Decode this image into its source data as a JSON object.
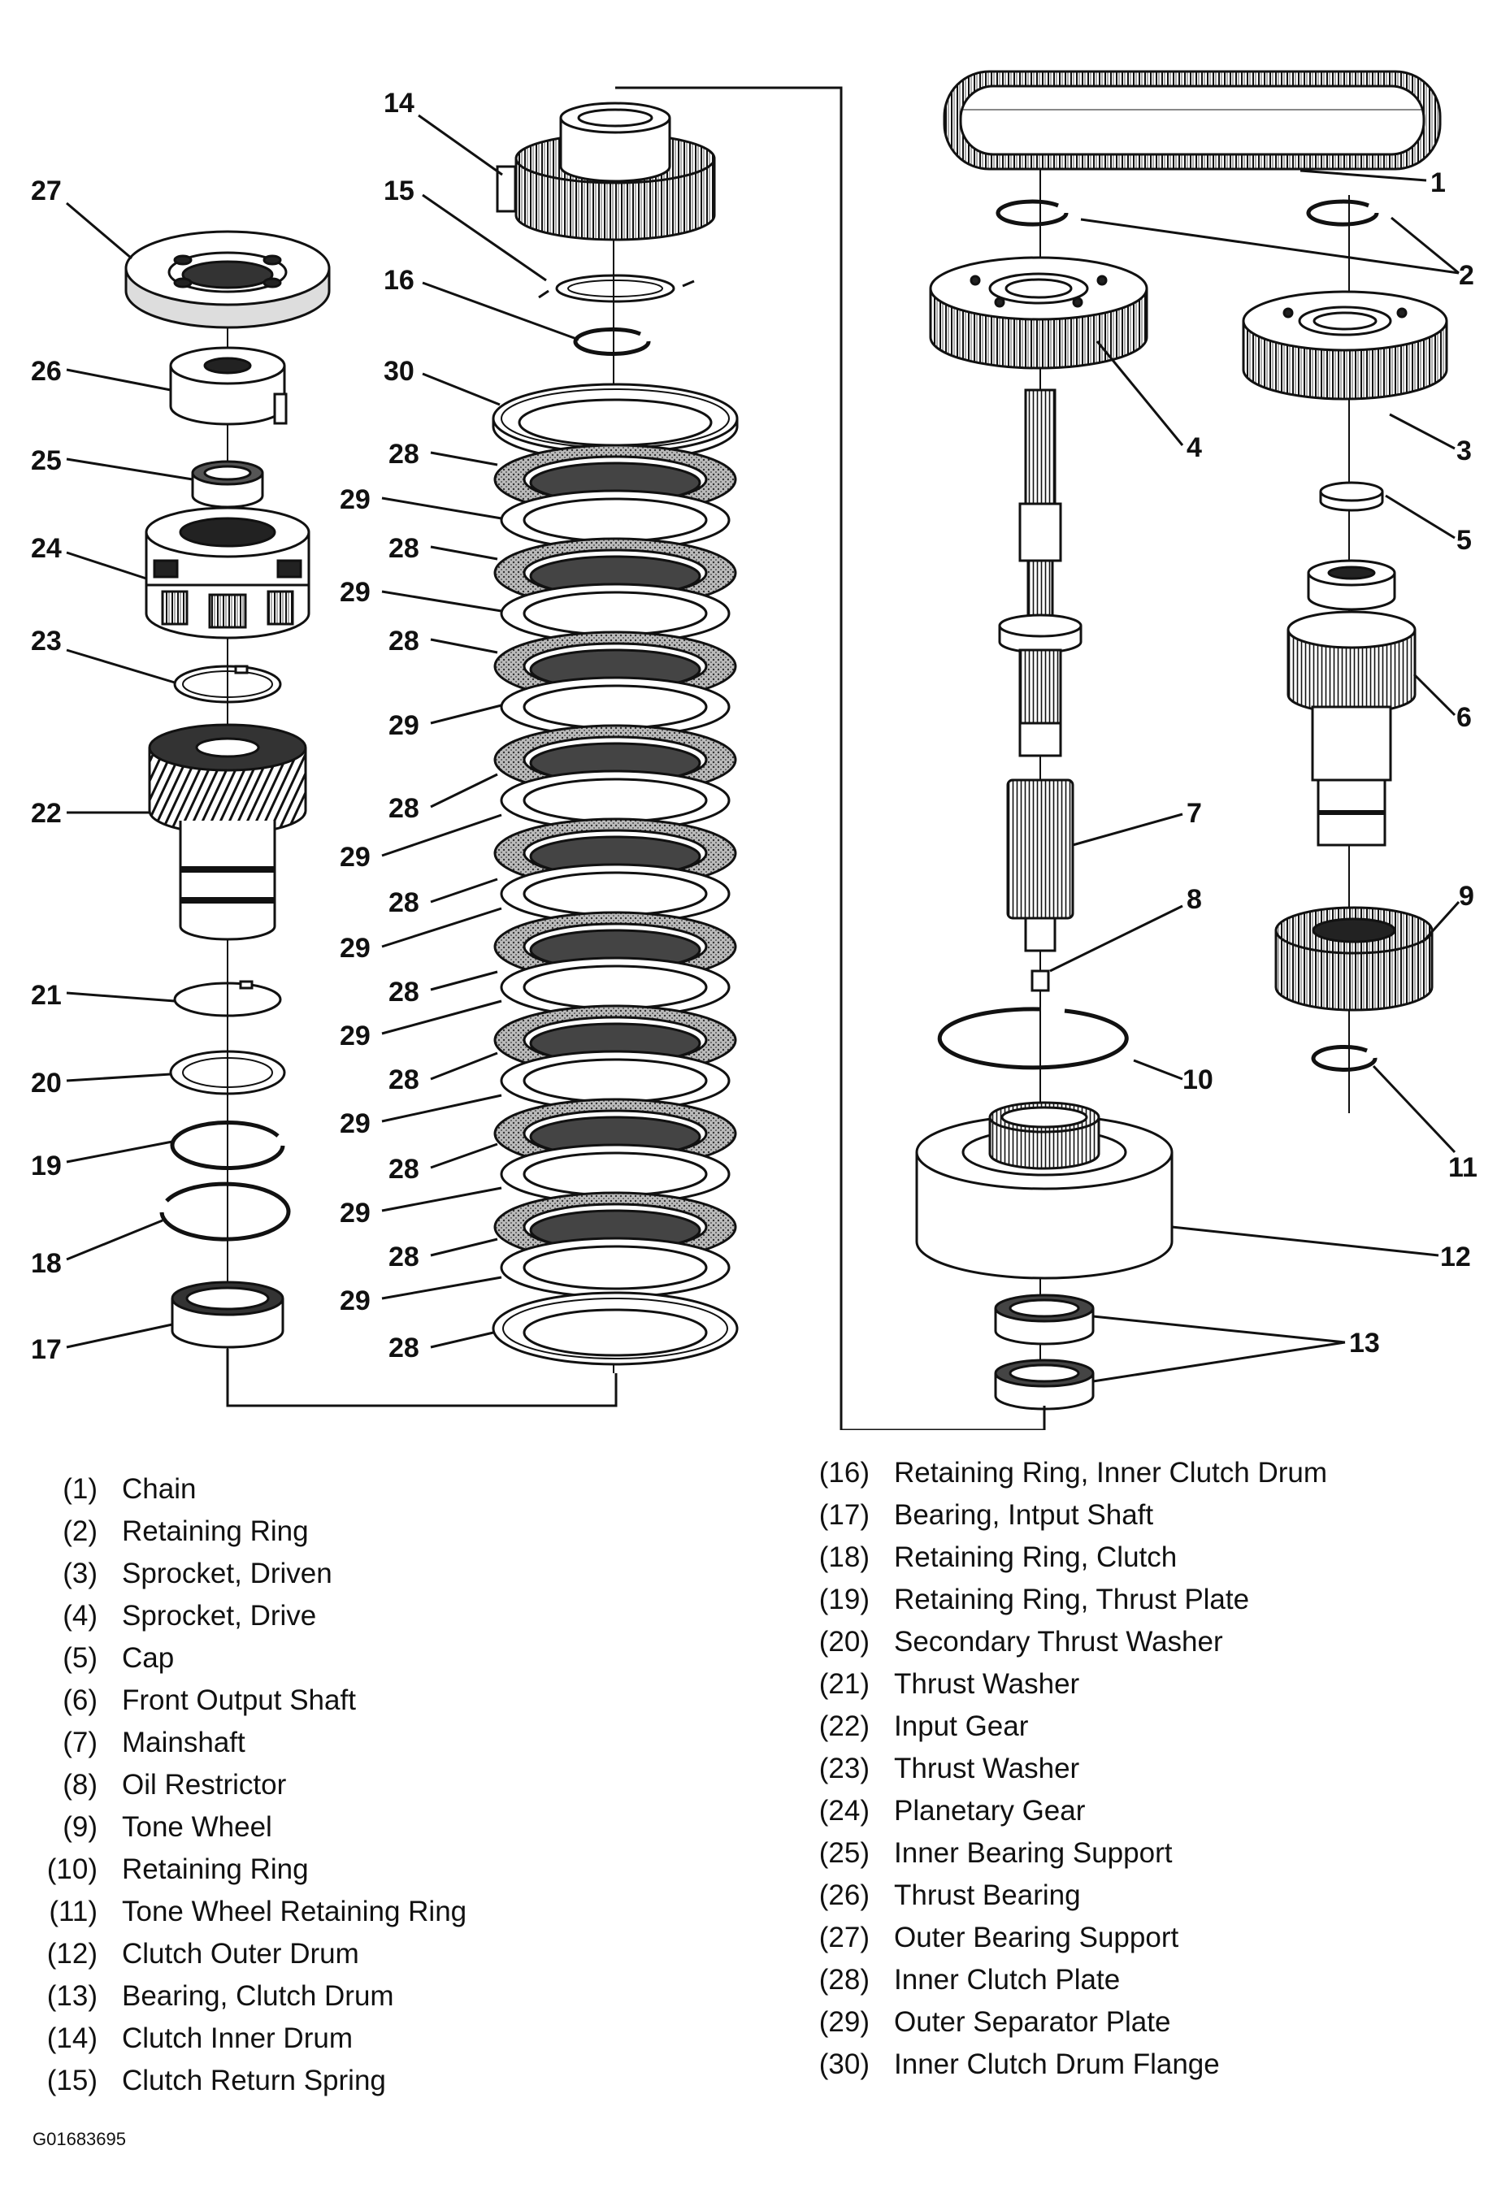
{
  "callouts": [
    "1",
    "2",
    "3",
    "4",
    "5",
    "6",
    "7",
    "8",
    "9",
    "10",
    "11",
    "12",
    "13",
    "14",
    "15",
    "16",
    "17",
    "18",
    "19",
    "20",
    "21",
    "22",
    "23",
    "24",
    "25",
    "26",
    "27",
    "28",
    "29",
    "30"
  ],
  "legend": {
    "left": [
      {
        "num": "(1)",
        "name": "Chain"
      },
      {
        "num": "(2)",
        "name": "Retaining Ring"
      },
      {
        "num": "(3)",
        "name": "Sprocket, Driven"
      },
      {
        "num": "(4)",
        "name": "Sprocket, Drive"
      },
      {
        "num": "(5)",
        "name": "Cap"
      },
      {
        "num": "(6)",
        "name": "Front Output Shaft"
      },
      {
        "num": "(7)",
        "name": "Mainshaft"
      },
      {
        "num": "(8)",
        "name": "Oil Restrictor"
      },
      {
        "num": "(9)",
        "name": "Tone Wheel"
      },
      {
        "num": "(10)",
        "name": "Retaining Ring"
      },
      {
        "num": "(11)",
        "name": "Tone Wheel Retaining Ring"
      },
      {
        "num": "(12)",
        "name": "Clutch Outer Drum"
      },
      {
        "num": "(13)",
        "name": "Bearing, Clutch Drum"
      },
      {
        "num": "(14)",
        "name": "Clutch Inner Drum"
      },
      {
        "num": "(15)",
        "name": "Clutch Return Spring"
      }
    ],
    "right": [
      {
        "num": "(16)",
        "name": "Retaining Ring, Inner Clutch Drum"
      },
      {
        "num": "(17)",
        "name": "Bearing, Intput Shaft"
      },
      {
        "num": "(18)",
        "name": "Retaining Ring, Clutch"
      },
      {
        "num": "(19)",
        "name": "Retaining Ring, Thrust Plate"
      },
      {
        "num": "(20)",
        "name": "Secondary Thrust Washer"
      },
      {
        "num": "(21)",
        "name": "Thrust Washer"
      },
      {
        "num": "(22)",
        "name": "Input Gear"
      },
      {
        "num": "(23)",
        "name": "Thrust Washer"
      },
      {
        "num": "(24)",
        "name": "Planetary Gear"
      },
      {
        "num": "(25)",
        "name": "Inner Bearing Support"
      },
      {
        "num": "(26)",
        "name": "Thrust Bearing"
      },
      {
        "num": "(27)",
        "name": "Outer Bearing Support"
      },
      {
        "num": "(28)",
        "name": "Inner Clutch Plate"
      },
      {
        "num": "(29)",
        "name": "Outer Separator Plate"
      },
      {
        "num": "(30)",
        "name": "Inner Clutch Drum Flange"
      }
    ]
  },
  "figure_id": "G01683695"
}
